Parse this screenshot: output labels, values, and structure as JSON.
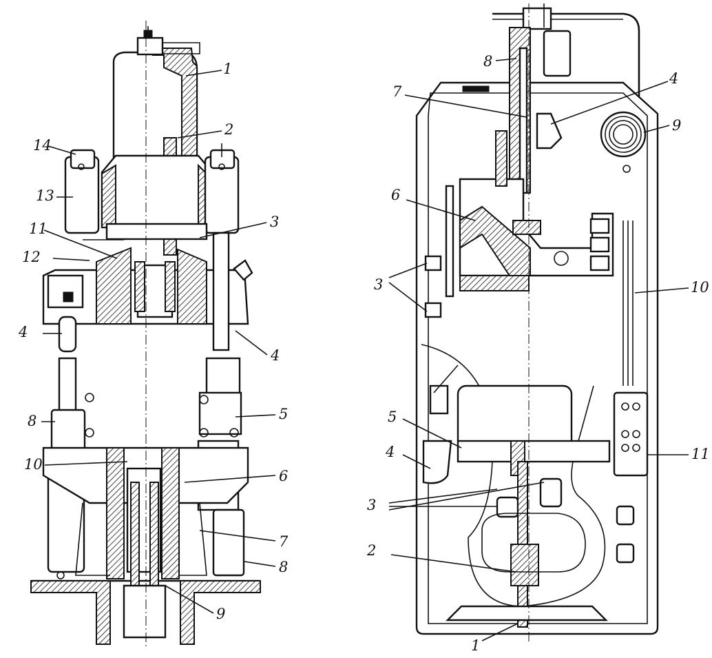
{
  "left_view": {
    "labels": [
      "1",
      "2",
      "3",
      "4",
      "4",
      "5",
      "6",
      "7",
      "8",
      "8",
      "9",
      "10",
      "11",
      "12",
      "13",
      "14"
    ]
  },
  "right_view": {
    "labels": [
      "1",
      "2",
      "3",
      "3",
      "4",
      "4",
      "5",
      "6",
      "7",
      "8",
      "9",
      "10",
      "11"
    ]
  }
}
